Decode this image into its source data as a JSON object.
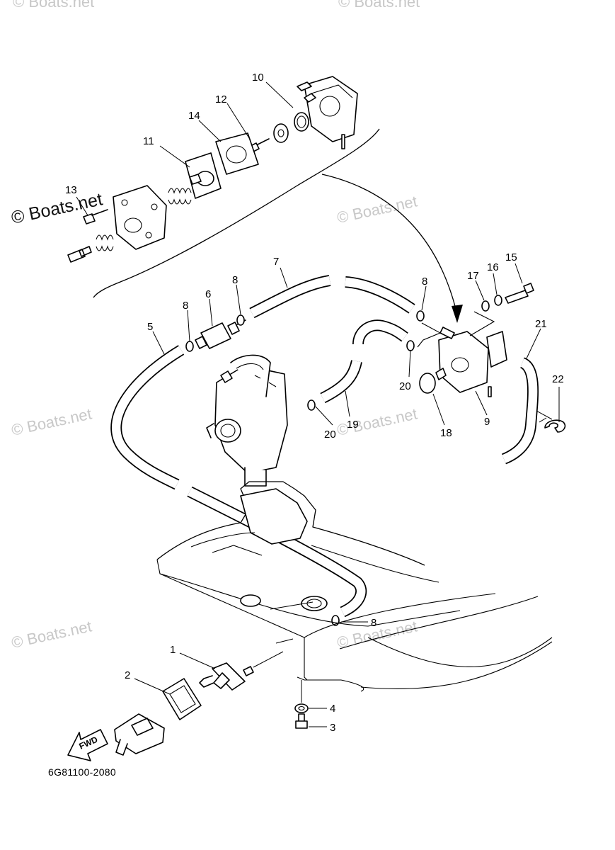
{
  "diagram": {
    "part_number_ref": "6G81100-2080",
    "fwd_label": "FWD",
    "watermark": "© Boats.net",
    "callouts": [
      "1",
      "2",
      "3",
      "4",
      "5",
      "6",
      "7",
      "8",
      "8",
      "8",
      "8",
      "9",
      "10",
      "11",
      "12",
      "13",
      "14",
      "15",
      "16",
      "17",
      "18",
      "19",
      "20",
      "20",
      "21",
      "22"
    ]
  }
}
